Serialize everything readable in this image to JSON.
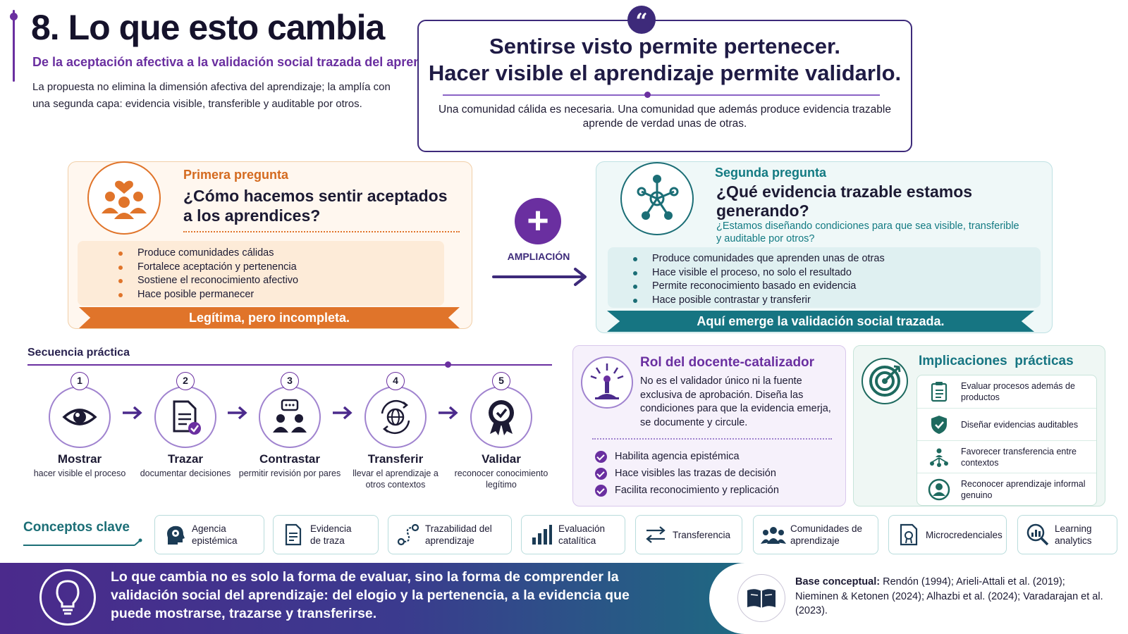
{
  "header": {
    "title": "8. Lo que esto cambia",
    "subtitle": "De la aceptación afectiva a la validación social trazada del aprendizaje",
    "intro": "La propuesta no elimina la dimensión afectiva del aprendizaje; la amplía con una segunda capa: evidencia visible, transferible y auditable por otros."
  },
  "quote": {
    "icon": "quote-icon",
    "line1": "Sentirse visto permite pertenecer.",
    "line2": "Hacer visible el aprendizaje permite validarlo.",
    "sub": "Una comunidad cálida es necesaria. Una comunidad que además produce evidencia trazable aprende de verdad unas de otras."
  },
  "q1": {
    "label": "Primera pregunta",
    "question": "¿Cómo hacemos sentir aceptados a los aprendices?",
    "items": [
      "Produce comunidades cálidas",
      "Fortalece aceptación y pertenencia",
      "Sostiene el reconocimiento afectivo",
      "Hace posible permanecer"
    ],
    "banner": "Legítima, pero incompleta."
  },
  "connector": {
    "label": "AMPLIACIÓN"
  },
  "q2": {
    "label": "Segunda pregunta",
    "question": "¿Qué evidencia trazable estamos generando?",
    "sub": "¿Estamos diseñando condiciones para que sea visible, transferible y auditable por otros?",
    "items": [
      "Produce comunidades que aprenden unas de otras",
      "Hace visible el proceso, no solo el resultado",
      "Permite reconocimiento basado en evidencia",
      "Hace posible contrastar y transferir"
    ],
    "banner": "Aquí emerge la validación social trazada."
  },
  "sequence": {
    "title": "Secuencia práctica",
    "steps": [
      {
        "num": "1",
        "name": "Mostrar",
        "desc": "hacer visible el proceso",
        "icon": "eye-icon"
      },
      {
        "num": "2",
        "name": "Trazar",
        "desc": "documentar decisiones",
        "icon": "document-check-icon"
      },
      {
        "num": "3",
        "name": "Contrastar",
        "desc": "permitir revisión por pares",
        "icon": "peer-review-icon"
      },
      {
        "num": "4",
        "name": "Transferir",
        "desc": "llevar el aprendizaje a otros contextos",
        "icon": "globe-transfer-icon"
      },
      {
        "num": "5",
        "name": "Validar",
        "desc": "reconocer conocimiento legítimo",
        "icon": "badge-check-icon"
      }
    ]
  },
  "docente": {
    "title": "Rol del docente-catalizador",
    "text": "No es el validador único ni la fuente exclusiva de aprobación. Diseña las condiciones para que la evidencia emerja, se documente y circule.",
    "checks": [
      "Habilita agencia epistémica",
      "Hace visibles las trazas de decisión",
      "Facilita reconocimiento y replicación"
    ]
  },
  "implicaciones": {
    "title": "Implicaciones  prácticas",
    "items": [
      {
        "text": "Evaluar procesos además de productos",
        "icon": "clipboard-icon"
      },
      {
        "text": "Diseñar evidencias auditables",
        "icon": "shield-check-icon"
      },
      {
        "text": "Favorecer transferencia entre contextos",
        "icon": "network-icon"
      },
      {
        "text": "Reconocer aprendizaje informal genuino",
        "icon": "user-circle-icon"
      }
    ]
  },
  "conceptos": {
    "title": "Conceptos clave",
    "items": [
      {
        "label": "Agencia epistémica",
        "icon": "head-gear-icon"
      },
      {
        "label": "Evidencia de traza",
        "icon": "document-icon"
      },
      {
        "label": "Trazabilidad del aprendizaje",
        "icon": "path-icon"
      },
      {
        "label": "Evaluación catalítica",
        "icon": "bar-chart-icon"
      },
      {
        "label": "Transferencia",
        "icon": "arrows-exchange-icon"
      },
      {
        "label": "Comunidades de aprendizaje",
        "icon": "group-icon"
      },
      {
        "label": "Microcredenciales",
        "icon": "certificate-icon"
      },
      {
        "label": "Learning analytics",
        "icon": "magnifier-chart-icon"
      }
    ]
  },
  "footer": {
    "text": "Lo que cambia no es solo la forma de evaluar, sino la forma de comprender la validación social del aprendizaje: del elogio y la pertenencia, a la evidencia que puede mostrarse, trazarse y transferirse.",
    "ref_label": "Base conceptual:",
    "ref_text": " Rendón (1994); Arieli-Attali et al. (2019); Nieminen & Ketonen (2024); Alhazbi et al. (2024); Varadarajan et al. (2023)."
  },
  "colors": {
    "purple": "#6a2fa0",
    "navy": "#3d2a7a",
    "orange": "#e0742a",
    "teal": "#167582"
  }
}
